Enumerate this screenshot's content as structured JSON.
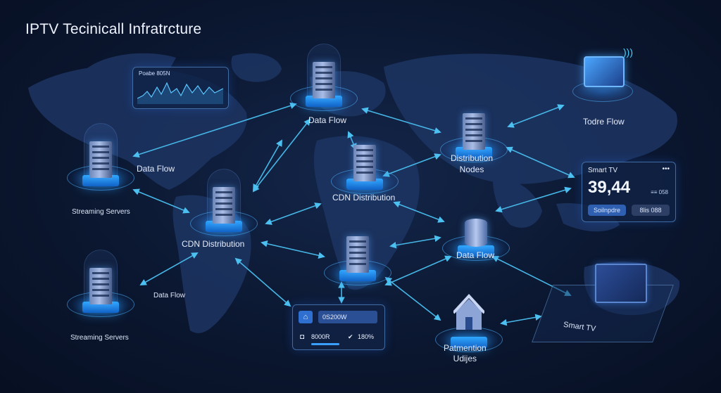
{
  "title": "IPTV Tecinicall Infratrcture",
  "labels": {
    "data_flow_top": "Data Flow",
    "data_flow_left": "Data Flow",
    "data_flow_lower_left": "Data Flow",
    "data_flow_right": "Data Flow",
    "streaming_servers_top": "Streaming Servers",
    "streaming_servers_bottom": "Streaming Servers",
    "cdn_distribution_left": "CDN Distribution",
    "cdn_distribution_center": "CDN Distribution",
    "distribution_nodes": "Distribution\nNodes",
    "todre_flow": "Todre Flow",
    "patmention": "Patmention\nUdijes",
    "smart_tv_floor": "Smart TV"
  },
  "graph_panel": {
    "title": "Poabe 805N"
  },
  "smart_tv_card": {
    "title": "Smart TV",
    "menu": "•••",
    "value": "39,44",
    "sub": "≡≡ 058",
    "btn_left": "Soilnpdre",
    "btn_right": "8lis 088"
  },
  "bottom_panel": {
    "value_top": "0S200W",
    "value_left": "8000R",
    "value_right": "180%"
  },
  "colors": {
    "accent": "#2fb0ff",
    "arrow": "#49b8e8",
    "bg": "#0b1730"
  }
}
